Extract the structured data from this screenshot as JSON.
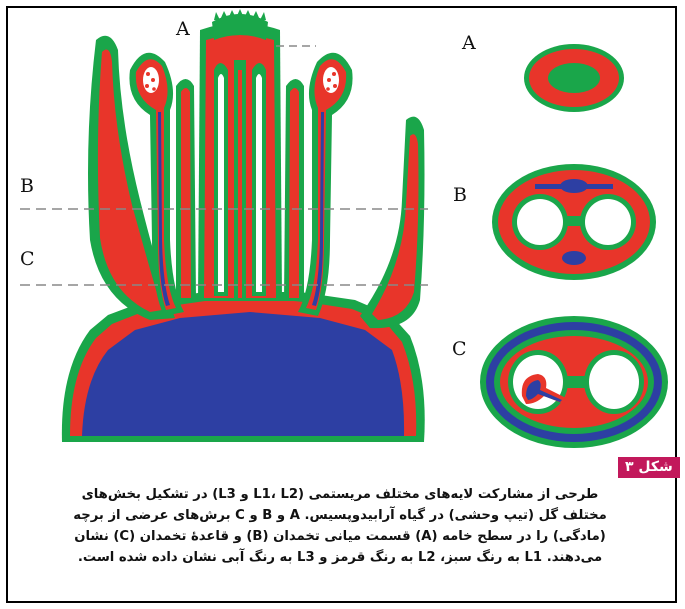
{
  "labels": {
    "main_a": "A",
    "main_b": "B",
    "main_c": "C",
    "section_a": "A",
    "section_b": "B",
    "section_c": "C"
  },
  "figure_badge": "شکل ۳",
  "caption_lines": [
    "طرحی از مشارکت لایه‌های مختلف مریستمی (L1، L2 و L3) در تشکیل بخش‌های",
    "مختلف گل (تیپ وحشی) در گیاه آرابیدوپسیس. A و B و C برش‌های عرضی از برچه",
    "(مادگی) را در سطح خامه (A) قسمت میانی تخمدان (B) و قاعدهٔ تخمدان (C) نشان",
    "می‌دهند. L1 به رنگ سبز، L2 به رنگ قرمز و L3 به رنگ آبی نشان داده شده است."
  ],
  "colors": {
    "L1_green": "#1aa64a",
    "L2_red": "#e8352a",
    "L3_blue": "#2d3fa3",
    "badge": "#c2185b"
  }
}
